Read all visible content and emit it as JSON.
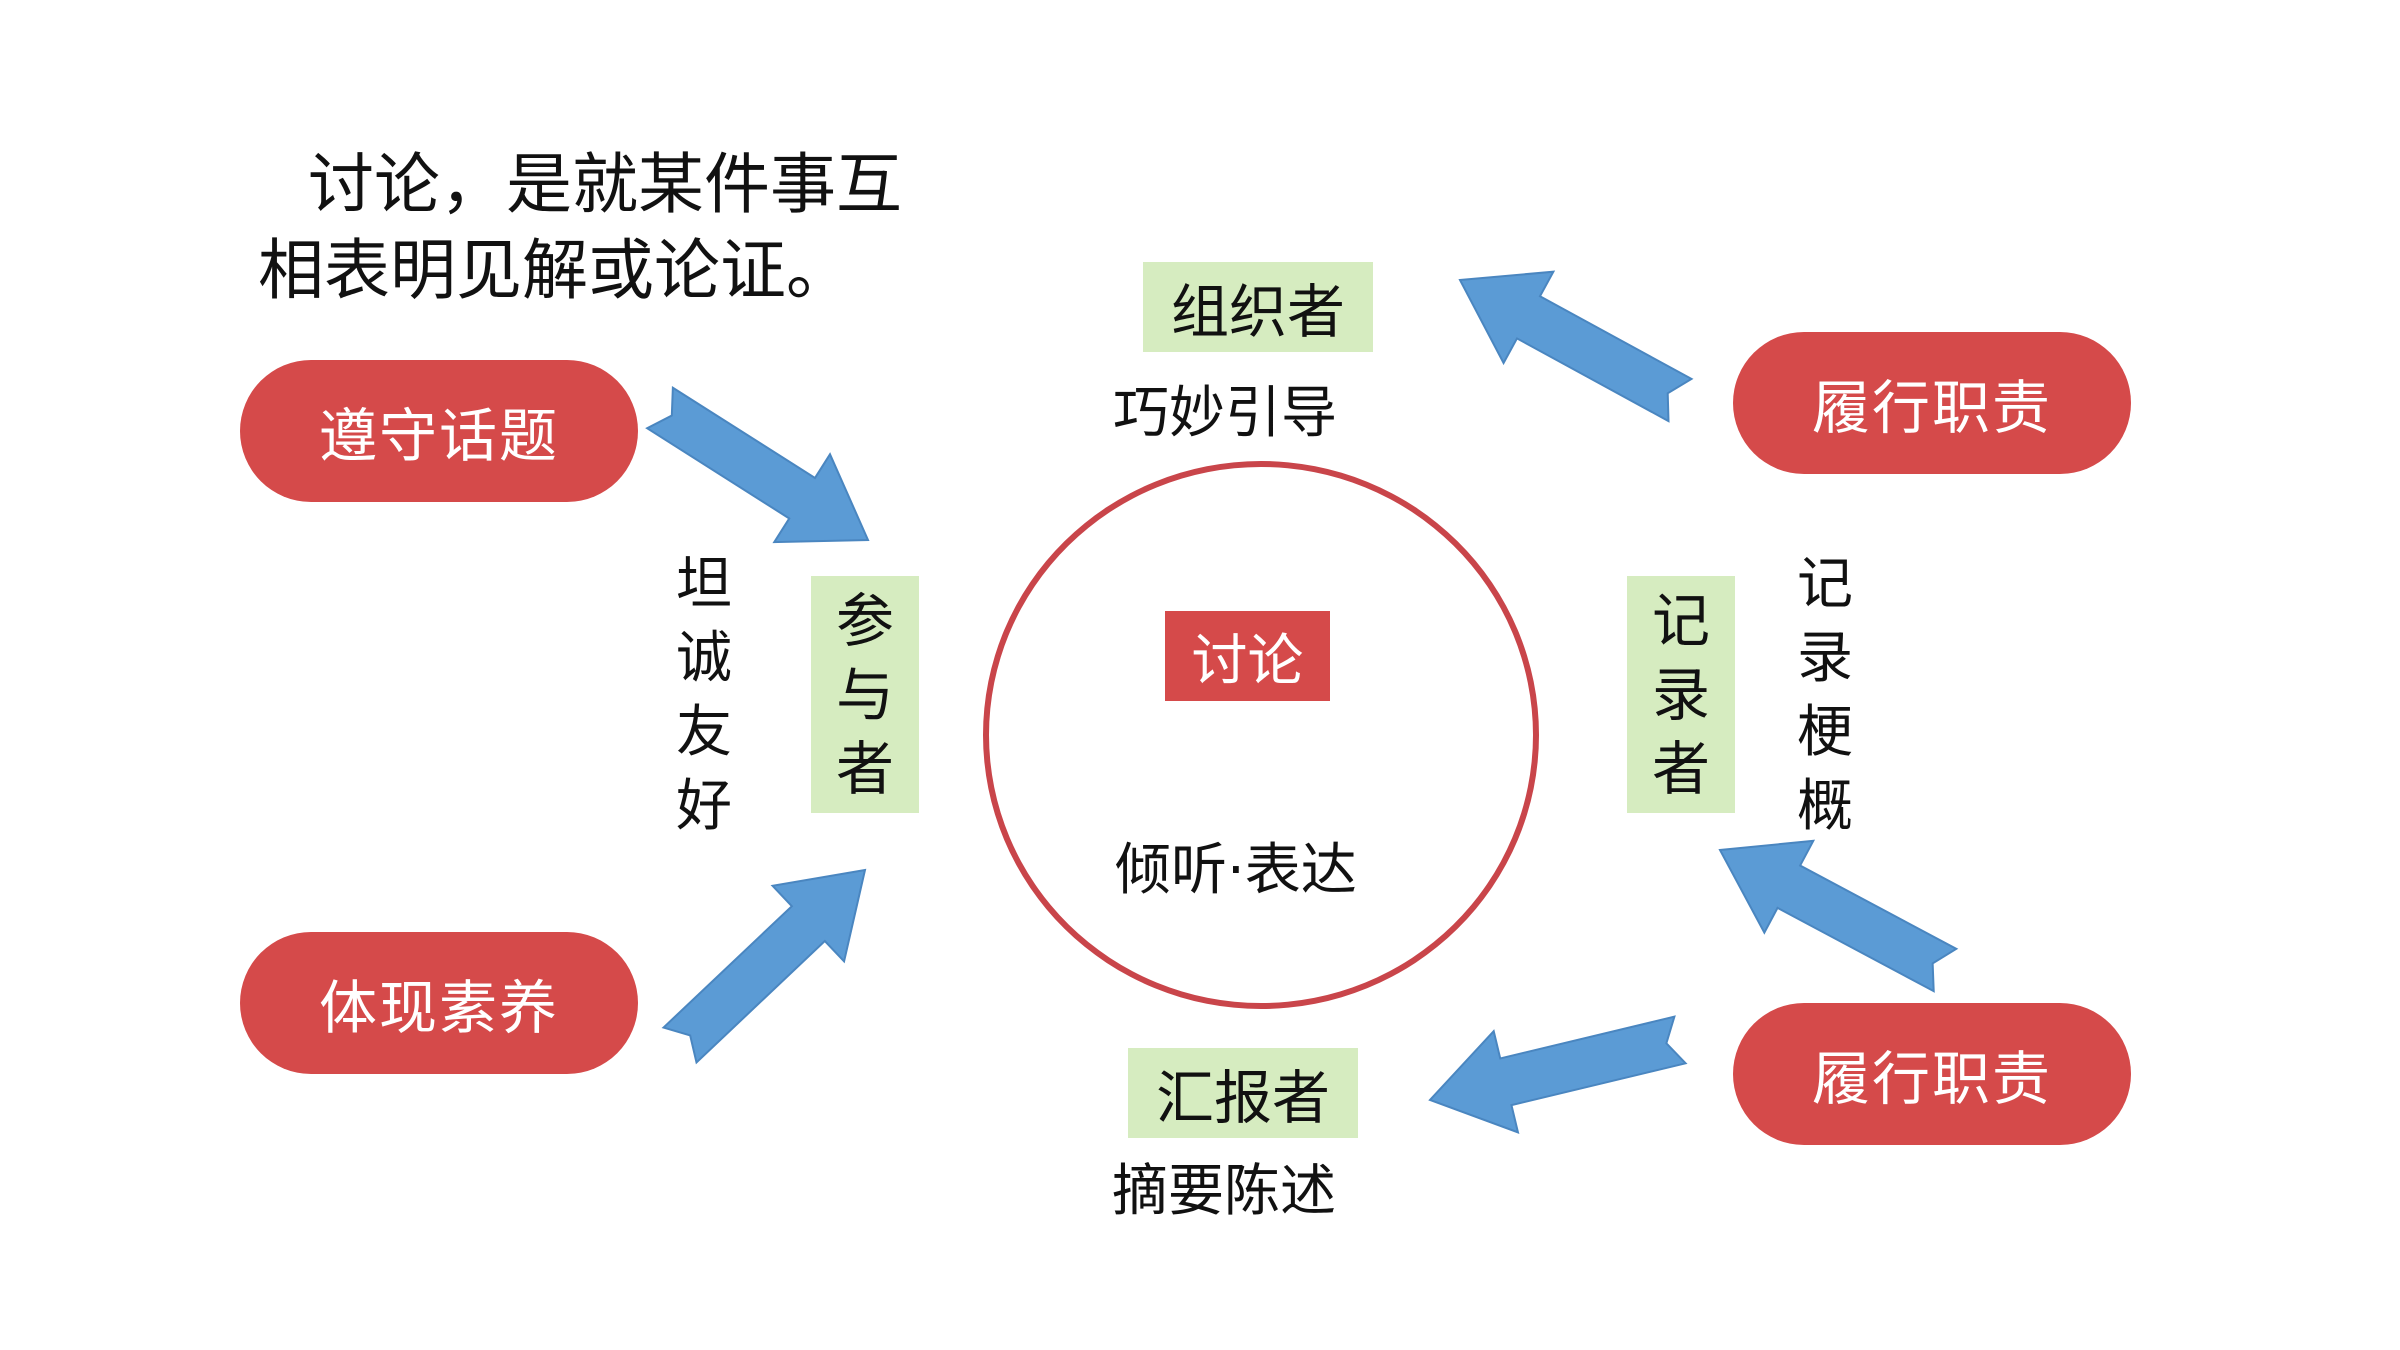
{
  "intro": {
    "line1": "讨论，是就某件事互",
    "line2": "相表明见解或论证。"
  },
  "center": {
    "title": "讨论",
    "caption": "倾听·表达"
  },
  "roles": {
    "participant": {
      "label": [
        "参",
        "与",
        "者"
      ],
      "note": [
        "坦",
        "诚",
        "友",
        "好"
      ]
    },
    "organizer": {
      "label": "组织者",
      "note": "巧妙引导"
    },
    "recorder": {
      "label": [
        "记",
        "录",
        "者"
      ],
      "note": [
        "记",
        "录",
        "梗",
        "概"
      ]
    },
    "reporter": {
      "label": "汇报者",
      "note": "摘要陈述"
    }
  },
  "pills": {
    "follow_topic": "遵守话题",
    "show_quality": "体现素养",
    "duty_top": "履行职责",
    "duty_bottom": "履行职责"
  },
  "colors": {
    "pill": "#d54a4a",
    "tag": "#d6ecc0",
    "circle": "#c9454a",
    "arrow": "#5b9bd5"
  }
}
